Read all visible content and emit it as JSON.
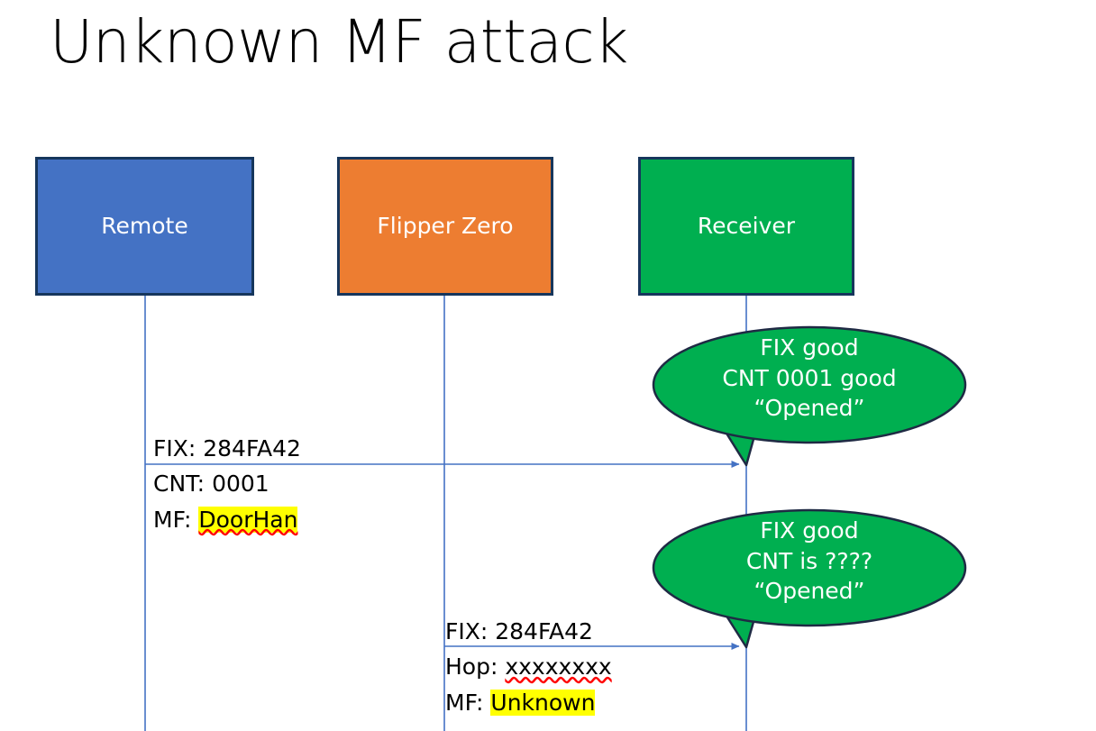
{
  "slide": {
    "title": "Unknown MF attack",
    "background": "#ffffff"
  },
  "colors": {
    "remote_fill": "#4472C4",
    "flipper_fill": "#ED7D31",
    "receiver_fill": "#00AF50",
    "box_border": "#16365C",
    "lifeline": "#4472C4",
    "arrow": "#4472C4",
    "highlight": "#FFFF00",
    "spellcheck_underline": "#FF0000",
    "bubble_fill": "#00AF50",
    "bubble_border": "#1F2A44",
    "text": "#000000",
    "box_label_text": "#FFFFFF"
  },
  "actors": [
    {
      "id": "remote",
      "label": "Remote"
    },
    {
      "id": "flipper",
      "label": "Flipper Zero"
    },
    {
      "id": "receiver",
      "label": "Receiver"
    }
  ],
  "messages": [
    {
      "id": "message-1",
      "from": "remote",
      "to": "receiver",
      "lines": [
        {
          "prefix": "FIX: ",
          "value": "284FA42",
          "highlight": false,
          "spellcheck": false
        },
        {
          "prefix": "CNT: ",
          "value": "0001",
          "highlight": false,
          "spellcheck": false
        },
        {
          "prefix": "MF: ",
          "value": "DoorHan",
          "highlight": true,
          "spellcheck": true
        }
      ]
    },
    {
      "id": "message-2",
      "from": "flipper",
      "to": "receiver",
      "lines": [
        {
          "prefix": "FIX: ",
          "value": "284FA42",
          "highlight": false,
          "spellcheck": false
        },
        {
          "prefix": "Hop: ",
          "value": "xxxxxxxx",
          "highlight": false,
          "spellcheck": true
        },
        {
          "prefix": "MF: ",
          "value": "Unknown",
          "highlight": true,
          "spellcheck": false
        }
      ]
    }
  ],
  "callouts": [
    {
      "id": "callout-1",
      "owner": "receiver",
      "lines": [
        "FIX good",
        "CNT 0001 good",
        "“Opened”"
      ]
    },
    {
      "id": "callout-2",
      "owner": "receiver",
      "lines": [
        "FIX good",
        "CNT is ????",
        "“Opened”"
      ]
    }
  ]
}
